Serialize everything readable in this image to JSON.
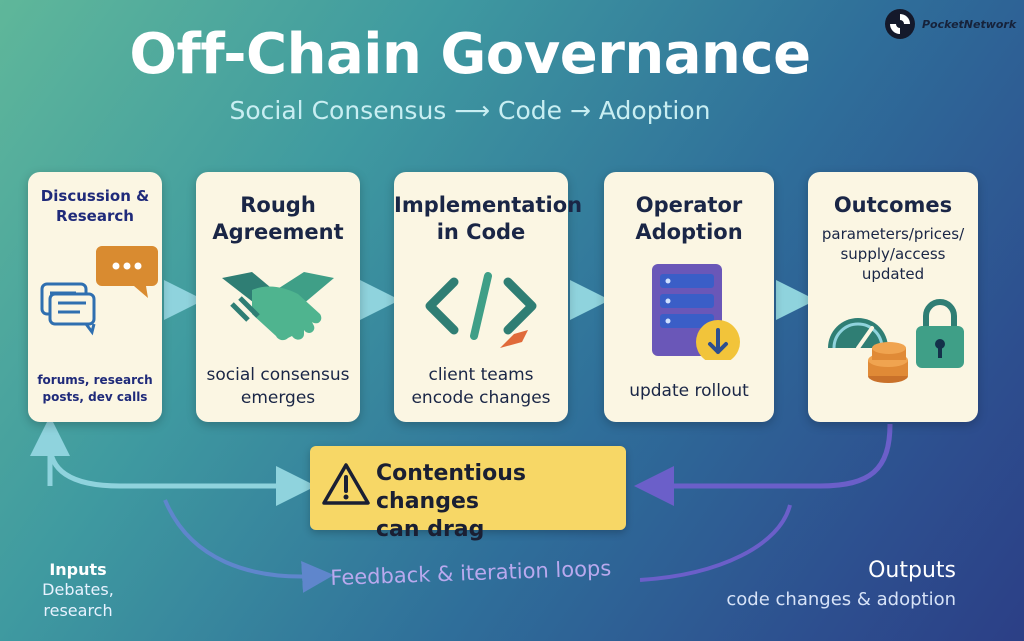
{
  "header": {
    "title": "Off-Chain Governance",
    "subtitle": "Social Consensus ⟶ Code → Adoption",
    "brand": "PocketNetwork"
  },
  "stages": [
    {
      "title_lines": [
        "Discussion &",
        "Research"
      ],
      "desc_lines": [
        "forums, research",
        "posts, dev calls"
      ]
    },
    {
      "title_lines": [
        "Rough",
        "Agreement"
      ],
      "desc_lines": [
        "social consensus",
        "emerges"
      ]
    },
    {
      "title_lines": [
        "Implementation",
        "in Code"
      ],
      "desc_lines": [
        "client teams",
        "encode changes"
      ]
    },
    {
      "title_lines": [
        "Operator",
        "Adoption"
      ],
      "desc_lines": [
        "update rollout"
      ]
    },
    {
      "title_lines": [
        "Outcomes"
      ],
      "desc_lines": [
        "parameters/prices/",
        "supply/access",
        "updated"
      ]
    }
  ],
  "warning": {
    "lines": [
      "Contentious changes",
      "can drag"
    ]
  },
  "feedback_label": "Feedback & iteration loops",
  "inputs": {
    "title": "Inputs",
    "lines": [
      "Debates,",
      "research"
    ]
  },
  "outputs": {
    "title": "Outputs",
    "text": "code changes & adoption"
  },
  "colors": {
    "card_bg": "#fbf6e3",
    "warning_bg": "#f7d766",
    "arrow_teal": "#8fd3dd",
    "arrow_purple": "#6b5fc9",
    "text_dark": "#1a2646"
  }
}
